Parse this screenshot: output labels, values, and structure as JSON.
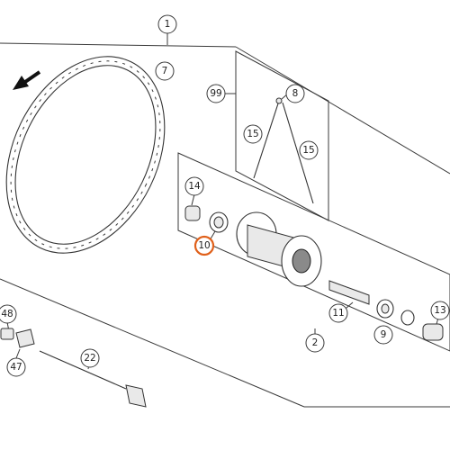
{
  "diagram": {
    "callouts": {
      "c1": "1",
      "c2": "2",
      "c7": "7",
      "c8": "8",
      "c9": "9",
      "c10": "10",
      "c11": "11",
      "c13": "13",
      "c14": "14",
      "c15a": "15",
      "c15b": "15",
      "c22": "22",
      "c47": "47",
      "c48": "48",
      "c99": "99"
    },
    "highlighted_callout": "10",
    "colors": {
      "highlight": "#e0601a",
      "line": "#3a3a3a"
    },
    "icons": {
      "rotation_arrow": "rotation-direction-arrow-icon"
    }
  }
}
